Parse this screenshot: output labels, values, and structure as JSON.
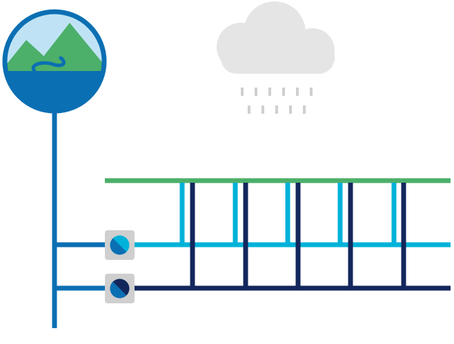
{
  "colors": {
    "background": "#ffffff",
    "sky": "#bfe3f5",
    "mountain": "#4caf6a",
    "water": "#0b6fb3",
    "trunk_pipe": "#0b6fb3",
    "light_pipe": "#00b2d9",
    "dark_pipe": "#13275c",
    "green_rail": "#4caf6a",
    "cloud": "#e5e5e5",
    "rain": "#cfcfcf",
    "valve_box": "#cfcfcf"
  },
  "icons": {
    "source": "water-source-icon",
    "cloud": "rain-cloud-icon",
    "valve": "valve-icon"
  },
  "diagram": {
    "node_count": 5,
    "pipe_count": 3,
    "valve_count": 2
  }
}
